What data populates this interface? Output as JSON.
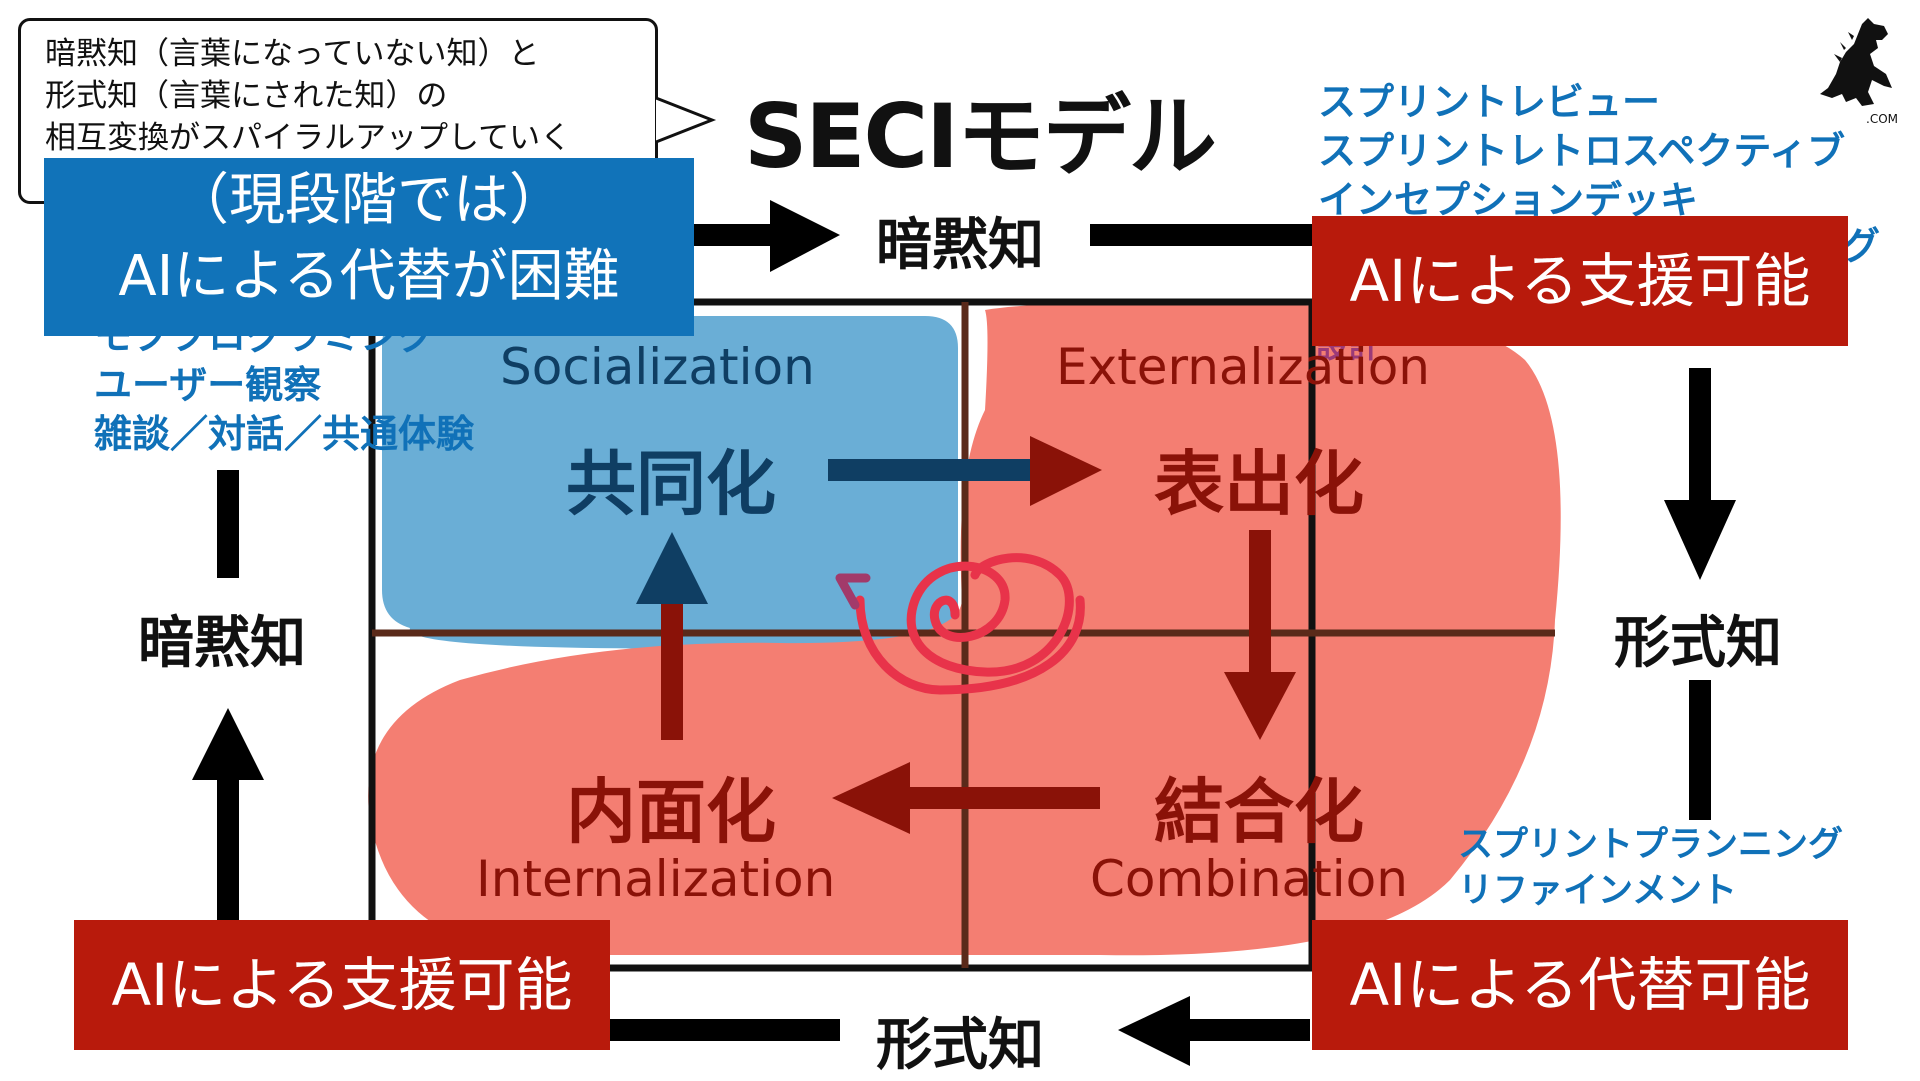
{
  "title": "SECIモデル",
  "callout": {
    "lines": [
      "暗黙知（言葉になっていない知）と",
      "形式知（言葉にされた知）の",
      "相互変換がスパイラルアップしていく"
    ]
  },
  "axes": {
    "top": "暗黙知",
    "bottom": "形式知",
    "left": "暗黙知",
    "right": "形式知"
  },
  "quadrants": {
    "socialization": {
      "jp": "共同化",
      "en": "Socialization"
    },
    "externalization": {
      "jp": "表出化",
      "en": "Externalization"
    },
    "combination": {
      "jp": "結合化",
      "en": "Combination"
    },
    "internalization": {
      "jp": "内面化",
      "en": "Internalization"
    }
  },
  "practices": {
    "top_right": [
      "スプリントレビュー",
      "スプリントレトロスペクティブ",
      "インセプションデッキ"
    ],
    "top_right_partial": "グ",
    "left": [
      "モブプログラミング",
      "ユーザー観察",
      "雑談／対話／共通体験"
    ],
    "ext_partial": "設計",
    "bottom_right": [
      "スプリントプランニング",
      "リファインメント"
    ]
  },
  "banners": {
    "top_left": {
      "line1": "（現段階では）",
      "line2": "AIによる代替が困難"
    },
    "top_right": "AIによる支援可能",
    "bottom_left": "AIによる支援可能",
    "bottom_right": "AIによる代替可能"
  },
  "logo": {
    "icon": "godzilla-silhouette-icon",
    "text": ".COM"
  },
  "colors": {
    "blue_fill": "#6aaed6",
    "red_fill": "#f47e72",
    "banner_red": "#b81a0c",
    "banner_blue": "#1173b9",
    "list_blue": "#1071b8",
    "dark_blue": "#0f3e63",
    "dark_red": "#8a1208",
    "spiral": "#e8334a"
  }
}
